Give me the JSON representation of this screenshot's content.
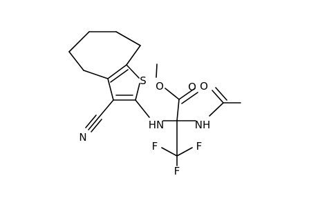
{
  "molecule": {
    "atoms": {
      "s": "S",
      "n_nitrile": "N",
      "nh_thiophene": "HN",
      "nh_acetyl": "NH",
      "o_methoxy": "O",
      "o_ester": "O",
      "o_acetyl": "O",
      "f_left": "F",
      "f_right": "F",
      "f_bottom": "F"
    },
    "colors": {
      "bond": "#000000",
      "label": "#000000",
      "background": "#ffffff"
    }
  }
}
